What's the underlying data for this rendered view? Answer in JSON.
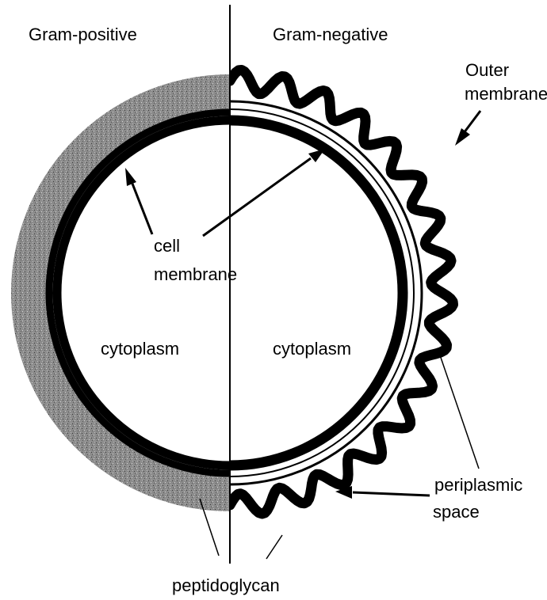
{
  "titles": {
    "left": "Gram-positive",
    "right": "Gram-negative"
  },
  "labels": {
    "outer_membrane_line1": "Outer",
    "outer_membrane_line2": "membrane",
    "cell_membrane_line1": "cell",
    "cell_membrane_line2": "membrane",
    "cytoplasm_left": "cytoplasm",
    "cytoplasm_right": "cytoplasm",
    "periplasmic_line1": "periplasmic",
    "periplasmic_line2": "space",
    "peptidoglycan": "peptidoglycan"
  },
  "colors": {
    "ink": "#000000",
    "peptidoglycan_fill": "#8a8a8a",
    "background": "#ffffff"
  }
}
